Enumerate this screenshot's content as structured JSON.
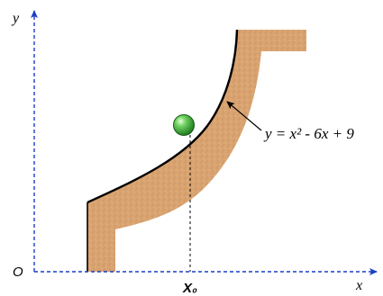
{
  "axes": {
    "x_label": "x",
    "y_label": "y",
    "origin_label": "O"
  },
  "curve": {
    "equation": "y = x² - 6x + 9"
  },
  "ball": {
    "position_label": "X₀"
  },
  "colors": {
    "axis": "#1a3fc7",
    "track_fill": "#d9a471",
    "track_outline": "#000000",
    "ball_light": "#bff0b0",
    "ball_mid": "#3db83a",
    "ball_dark": "#1d7a1d"
  }
}
